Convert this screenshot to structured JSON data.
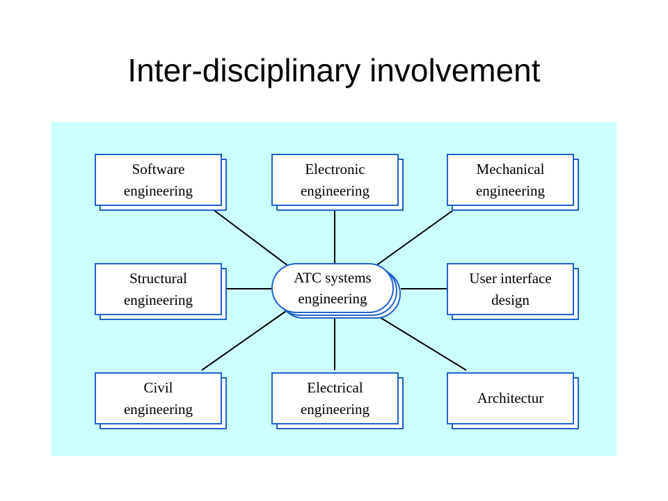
{
  "title": "Inter-disciplinary involvement",
  "center": {
    "line1": "ATC systems",
    "line2": "engineering"
  },
  "nodes": {
    "software": {
      "line1": "Software",
      "line2": "engineering"
    },
    "electronic": {
      "line1": "Electronic",
      "line2": "engineering"
    },
    "mechanical": {
      "line1": "Mechanical",
      "line2": "engineering"
    },
    "structural": {
      "line1": "Structural",
      "line2": "engineering"
    },
    "user_interface": {
      "line1": "User interface",
      "line2": "design"
    },
    "civil": {
      "line1": "Civil",
      "line2": "engineering"
    },
    "electrical": {
      "line1": "Electrical",
      "line2": "engineering"
    },
    "architecture": {
      "line1": "Architectur",
      "line2": ""
    }
  },
  "colors": {
    "background": "#ccffff",
    "box_border": "#1e63c8",
    "connector": "#000000"
  }
}
